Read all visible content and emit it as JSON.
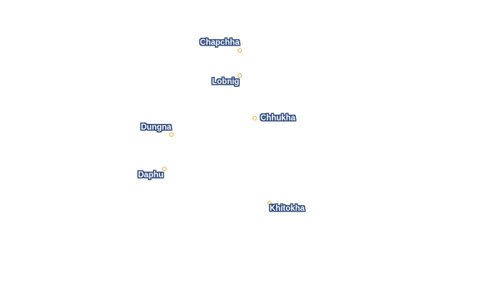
{
  "map": {
    "places": [
      {
        "name": "Chapchha"
      },
      {
        "name": "Lobnig"
      },
      {
        "name": "Chhukha"
      },
      {
        "name": "Dungna"
      },
      {
        "name": "Daphu"
      },
      {
        "name": "Khitokha"
      }
    ],
    "colors": {
      "marker": "#e8a93c",
      "label_text": "#ffffff",
      "label_halo": "#2f4a7c",
      "background": "#ffffff"
    }
  }
}
